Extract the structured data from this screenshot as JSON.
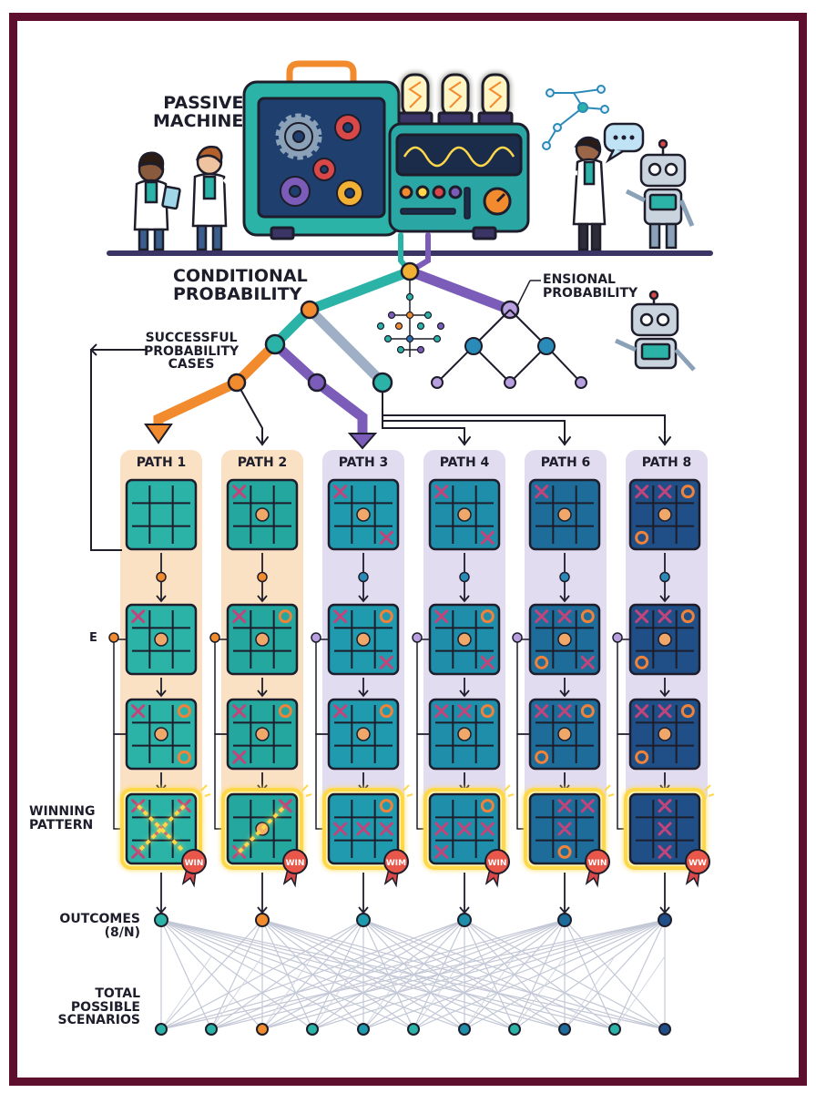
{
  "labels": {
    "passive_machine": [
      "PASSIVE",
      "MACHINE"
    ],
    "conditional_probability": [
      "CONDITIONAL",
      "PROBABILITY"
    ],
    "ensional_probability": [
      "ENSIONAL",
      "PROBABILITY"
    ],
    "successful_cases": [
      "SUCCESSFUL",
      "PROBABILITY",
      "CASES"
    ],
    "winning_pattern": [
      "WINNING",
      "PATTERN"
    ],
    "outcomes": [
      "OUTCOMES",
      "(8/N)"
    ],
    "total_scenarios": [
      "TOTAL",
      "POSSIBLE",
      "SCENARIOS"
    ],
    "side_mark": "E"
  },
  "paths": [
    {
      "label": "PATH 1",
      "theme": "orange",
      "board_color": "#2bb3a8",
      "badge": "WIN"
    },
    {
      "label": "PATH 2",
      "theme": "orange",
      "board_color": "#24a79e",
      "badge": "WIN"
    },
    {
      "label": "PATH 3",
      "theme": "purple",
      "board_color": "#1f9aae",
      "badge": "WIM"
    },
    {
      "label": "PATH 4",
      "theme": "purple",
      "board_color": "#1f8eaa",
      "badge": "WIN"
    },
    {
      "label": "PATH 6",
      "theme": "purple",
      "board_color": "#1d6c9a",
      "badge": "WIN"
    },
    {
      "label": "PATH 8",
      "theme": "purple",
      "board_color": "#1f4f86",
      "badge": "WW"
    }
  ],
  "colors": {
    "frame": "#5e0f2e",
    "orange_band": "#fbe1c4",
    "purple_band": "#e2dcf0",
    "teal": "#2bb3a8",
    "orange": "#f28a2e",
    "purple": "#7b5cb8",
    "x_mark": "#c2447a",
    "o_mark": "#f0823a",
    "glow": "#ffd84a"
  }
}
